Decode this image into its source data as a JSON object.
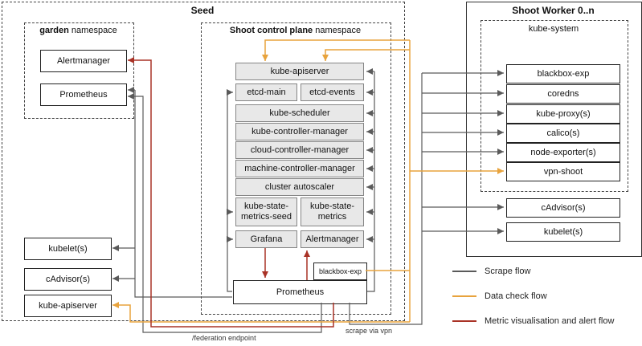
{
  "seed": {
    "title": "Seed",
    "garden": {
      "name": "garden",
      "suffix": " namespace",
      "alertmanager": "Alertmanager",
      "prometheus": "Prometheus"
    },
    "control_plane": {
      "name": "Shoot control plane",
      "suffix": " namespace",
      "kube_apiserver": "kube-apiserver",
      "etcd_main": "etcd-main",
      "etcd_events": "etcd-events",
      "kube_scheduler": "kube-scheduler",
      "kube_controller_manager": "kube-controller-manager",
      "cloud_controller_manager": "cloud-controller-manager",
      "machine_controller_manager": "machine-controller-manager",
      "cluster_autoscaler": "cluster autoscaler",
      "kube_state_metrics_seed": "kube-state-metrics-seed",
      "kube_state_metrics": "kube-state-metrics",
      "grafana": "Grafana",
      "alertmanager": "Alertmanager",
      "blackbox_exp": "blackbox-exp",
      "prometheus": "Prometheus"
    },
    "kubelets": "kubelet(s)",
    "cadvisors": "cAdvisor(s)",
    "kube_apiserver": "kube-apiserver"
  },
  "shoot_worker": {
    "title": "Shoot Worker 0..n",
    "kube_system": {
      "name": "kube-system",
      "blackbox_exp": "blackbox-exp",
      "coredns": "coredns",
      "kube_proxy": "kube-proxy(s)",
      "calico": "calico(s)",
      "node_exporter": "node-exporter(s)",
      "vpn_shoot": "vpn-shoot"
    },
    "cadvisors": "cAdvisor(s)",
    "kubelets": "kubelet(s)"
  },
  "flow_labels": {
    "federation_endpoint": "/federation endpoint",
    "scrape_via_vpn": "scrape via vpn"
  },
  "legend": {
    "items": [
      {
        "label": "Scrape flow",
        "color": "#5a5a5a"
      },
      {
        "label": "Data check flow",
        "color": "#E8A33D"
      },
      {
        "label": "Metric visualisation and alert flow",
        "color": "#A93226"
      }
    ]
  },
  "colors": {
    "scrape": "#5a5a5a",
    "data_check": "#E8A33D",
    "alert": "#A93226",
    "component_fill": "#e8e8e8"
  }
}
